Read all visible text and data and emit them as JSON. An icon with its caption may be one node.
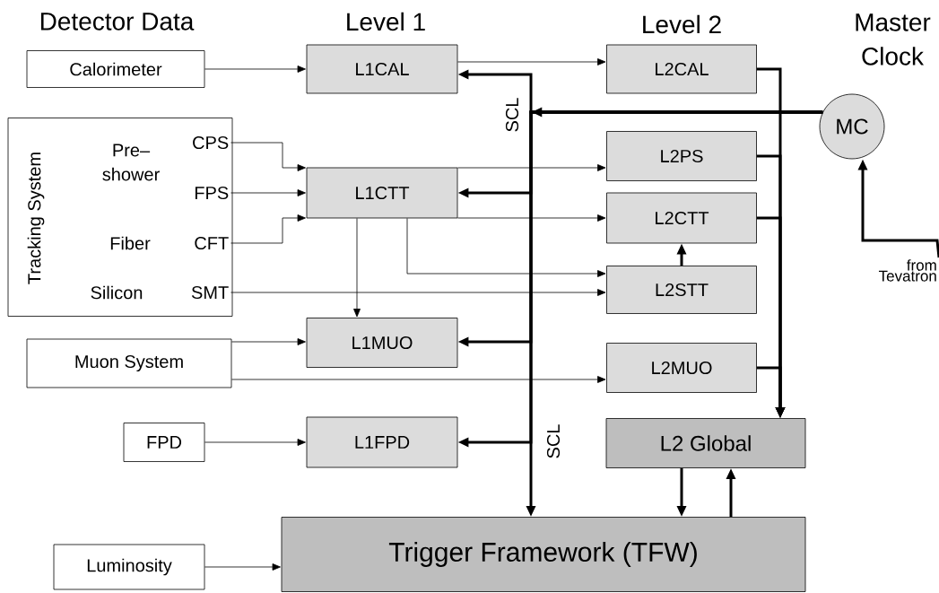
{
  "diagram": {
    "nodes": [
      {
        "text": [
          "Calorimeter"
        ]
      },
      {
        "text": [
          "Tracking System",
          "Pre– shower",
          "Fiber",
          "Silicon"
        ]
      },
      {
        "text": [
          "CPS"
        ],
        "in": 1
      },
      {
        "text": [
          "FPS"
        ],
        "in": 1
      },
      {
        "text": [
          "CFT"
        ],
        "in": 1
      },
      {
        "text": [
          "SMT"
        ],
        "in": 1
      },
      {
        "text": [
          "Muon System"
        ]
      },
      {
        "text": [
          "FPD"
        ]
      },
      {
        "text": [
          "Luminosity"
        ]
      },
      {
        "text": [
          "L1CAL"
        ]
      },
      {
        "text": [
          "L1CTT"
        ]
      },
      {
        "text": [
          "L1MUO"
        ]
      },
      {
        "text": [
          "L1FPD"
        ]
      },
      {
        "text": [
          "L2CAL"
        ]
      },
      {
        "text": [
          "L2PS"
        ]
      },
      {
        "text": [
          "L2CTT"
        ]
      },
      {
        "text": [
          "L2STT"
        ]
      },
      {
        "text": [
          "L2MUO"
        ]
      },
      {
        "text": [
          "L2 Global"
        ]
      },
      {
        "text": [
          "Trigger  Framework  (TFW)"
        ]
      },
      {
        "text": [
          "MC"
        ]
      },
      {
        "text": [
          "from Tevatron"
        ]
      }
    ],
    "edges": [
      {
        "from": 0,
        "to": 9,
        "arrow": "to"
      },
      {
        "from": 9,
        "to": 13,
        "arrow": "to"
      },
      {
        "from": 2,
        "to": 10,
        "arrow": "to"
      },
      {
        "from": 3,
        "to": 10,
        "arrow": "to"
      },
      {
        "from": 4,
        "to": 10,
        "arrow": "to"
      },
      {
        "from": 10,
        "to": 14,
        "arrow": "to"
      },
      {
        "from": 10,
        "to": 15,
        "arrow": "to"
      },
      {
        "from": 10,
        "to": 11,
        "arrow": "to"
      },
      {
        "from": 10,
        "to": 16,
        "arrow": "to"
      },
      {
        "from": 5,
        "to": 16,
        "arrow": "to"
      },
      {
        "from": 16,
        "to": 15,
        "arrow": "to",
        "style": "thick"
      },
      {
        "from": 6,
        "to": 11,
        "arrow": "to"
      },
      {
        "from": 6,
        "to": 17,
        "arrow": "to"
      },
      {
        "from": 7,
        "to": 12,
        "arrow": "to"
      },
      {
        "from": 8,
        "to": 19,
        "arrow": "to"
      },
      {
        "from": 20,
        "to": 9,
        "arrow": "to",
        "style": "thick"
      },
      {
        "from": 20,
        "to": 10,
        "arrow": "to",
        "style": "thick"
      },
      {
        "from": 20,
        "to": 11,
        "arrow": "to",
        "style": "thick"
      },
      {
        "from": 20,
        "to": 12,
        "arrow": "to",
        "style": "thick"
      },
      {
        "from": 20,
        "to": 19,
        "arrow": "to",
        "style": "thick"
      },
      {
        "from": 13,
        "to": 18,
        "arrow": "to",
        "style": "thick"
      },
      {
        "from": 14,
        "to": 18,
        "arrow": "to",
        "style": "thick"
      },
      {
        "from": 15,
        "to": 18,
        "arrow": "to",
        "style": "thick"
      },
      {
        "from": 17,
        "to": 18,
        "arrow": "to",
        "style": "thick"
      },
      {
        "from": 18,
        "to": 19,
        "arrow": "to",
        "style": "thick"
      },
      {
        "from": 19,
        "to": 18,
        "arrow": "to",
        "style": "thick"
      },
      {
        "from": 21,
        "to": 20,
        "arrow": "to",
        "style": "thick"
      }
    ],
    "labels": [
      "Detector Data",
      "Level 1",
      "Level 2",
      "Master Clock",
      "SCL",
      "SCL"
    ]
  }
}
